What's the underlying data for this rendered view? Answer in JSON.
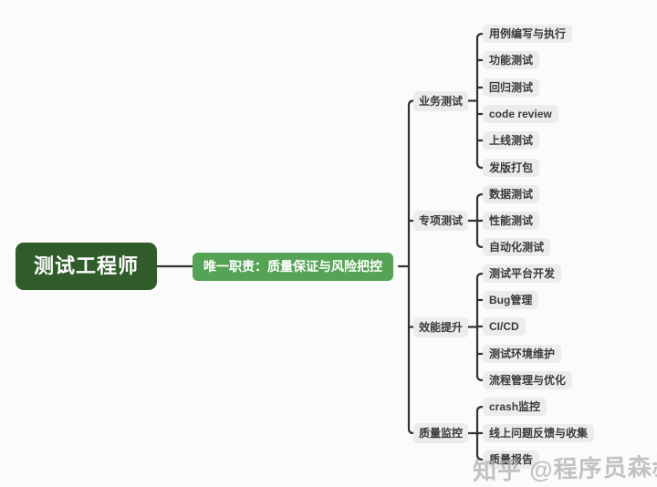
{
  "canvas": {
    "background_color": "#fbfbfb",
    "connector_color": "#333333",
    "bubble_color": "#ececec",
    "bubble_text_color": "#3a3a3a"
  },
  "root": {
    "label": "测试工程师",
    "bg_color": "#2f5c2a",
    "text_color": "#ffffff"
  },
  "responsibility": {
    "label": "唯一职责：质量保证与风险把控",
    "bg_color": "#55a455",
    "text_color": "#ffffff"
  },
  "branches": [
    {
      "label": "业务测试",
      "children": [
        "用例编写与执行",
        "功能测试",
        "回归测试",
        "code review",
        "上线测试",
        "发版打包"
      ]
    },
    {
      "label": "专项测试",
      "children": [
        "数据测试",
        "性能测试",
        "自动化测试"
      ]
    },
    {
      "label": "效能提升",
      "children": [
        "测试平台开发",
        "Bug管理",
        "CI/CD",
        "测试环境维护",
        "流程管理与优化"
      ]
    },
    {
      "label": "质量监控",
      "children": [
        "crash监控",
        "线上问题反馈与收集",
        "质量报告"
      ]
    }
  ],
  "watermark": {
    "label": "知乎 @程序员森叔",
    "color": "#afafaf"
  }
}
